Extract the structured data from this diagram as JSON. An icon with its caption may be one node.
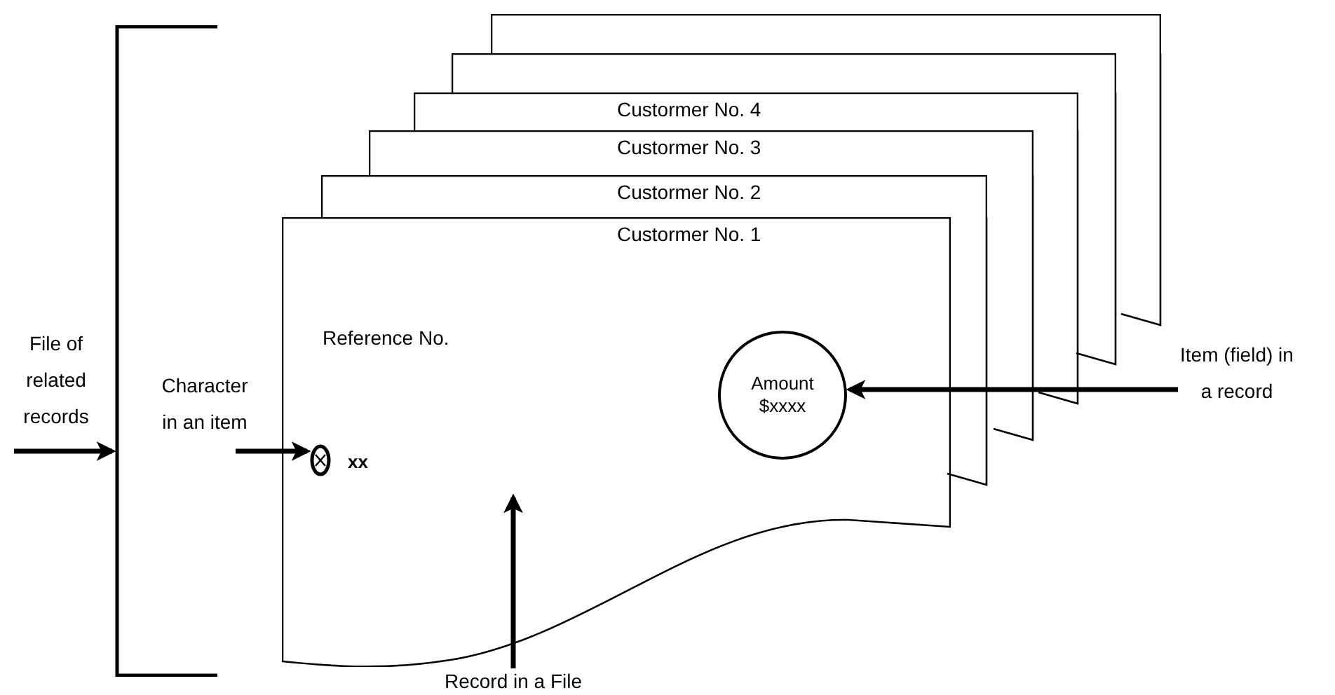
{
  "diagram": {
    "nodes": [
      {
        "text": [],
        "shape": "box"
      },
      {
        "text": [],
        "shape": "box"
      },
      {
        "text": [
          "Custormer No. 4"
        ]
      },
      {
        "text": [
          "Custormer No. 3"
        ]
      },
      {
        "text": [
          "Custormer No. 2"
        ]
      },
      {
        "text": [
          "Custormer No. 1",
          "Reference No."
        ]
      },
      {
        "text": [],
        "shape": "circle",
        "in": 5,
        "beside": [
          "xx"
        ]
      },
      {
        "text": [
          "Amount $xxxx"
        ],
        "in": 5
      },
      {
        "text": [
          "File of related records"
        ]
      },
      {
        "text": [],
        "shape": "bracket"
      },
      {
        "text": [
          "Character in an item"
        ]
      },
      {
        "text": [
          "Item (field) in a record"
        ]
      },
      {
        "text": [
          "Record in a File"
        ]
      }
    ],
    "edges": [
      {
        "from": 8,
        "to": 9,
        "arrow": "to"
      },
      {
        "from": 10,
        "to": 6,
        "arrow": "to"
      },
      {
        "from": 11,
        "to": 7,
        "arrow": "to"
      },
      {
        "from": 12,
        "to": null,
        "arrow": "to"
      }
    ]
  }
}
